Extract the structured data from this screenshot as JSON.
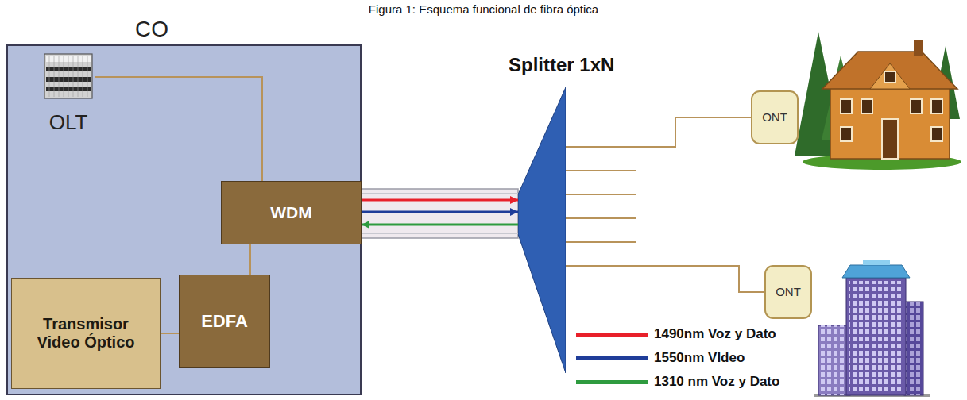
{
  "diagram": {
    "title": "Figura 1: Esquema funcional de fibra óptica",
    "nodes": [
      {
        "text": [
          "CO"
        ]
      },
      {
        "text": [
          "OLT"
        ],
        "in": 0
      },
      {
        "text": [
          "WDM"
        ],
        "in": 0
      },
      {
        "text": [
          "Transmisor Video Óptico"
        ],
        "in": 0
      },
      {
        "text": [
          "EDFA"
        ],
        "in": 0
      },
      {
        "text": [
          "Splitter 1xN"
        ]
      },
      {
        "text": [
          "ONT"
        ]
      },
      {
        "text": [
          "ONT"
        ]
      }
    ],
    "edges": [
      {
        "from": 1,
        "to": 2,
        "arrow": "none"
      },
      {
        "from": 3,
        "to": 4,
        "arrow": "none"
      },
      {
        "from": 4,
        "to": 2,
        "arrow": "none"
      },
      {
        "from": 2,
        "to": 5,
        "arrow": "to"
      },
      {
        "from": 2,
        "to": 5,
        "arrow": "to"
      },
      {
        "from": 5,
        "to": 2,
        "arrow": "to"
      },
      {
        "from": 5,
        "to": 6,
        "arrow": "none"
      },
      {
        "from": 5,
        "to": 7,
        "arrow": "none"
      }
    ],
    "legend": [
      {
        "text": "1490nm Voz y Dato",
        "color": "#e8202a"
      },
      {
        "text": "1550nm VIdeo",
        "color": "#1f3d99"
      },
      {
        "text": "1310 nm Voz y Dato",
        "color": "#2e9b3f"
      }
    ]
  }
}
